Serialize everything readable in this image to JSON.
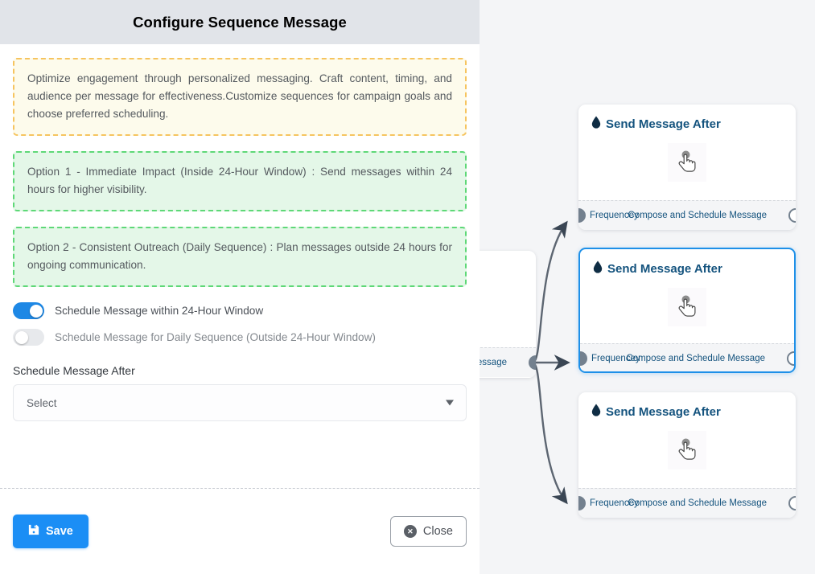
{
  "panel": {
    "header": {
      "title": "Configure Sequence Message"
    },
    "note": {
      "text": "Optimize engagement through personalized messaging. Craft content, timing, and audience per message for effectiveness.Customize sequences for campaign goals and choose preferred scheduling.",
      "border_color": "#f6c45f",
      "background_color": "#fdfbec"
    },
    "options": [
      {
        "text": "Option 1 - Immediate Impact (Inside 24-Hour Window) : Send messages within 24 hours for higher visibility.",
        "border_color": "#5ed877",
        "background_color": "#e4f7e8"
      },
      {
        "text": "Option 2 - Consistent Outreach (Daily Sequence) : Plan messages outside 24 hours for ongoing communication.",
        "border_color": "#5ed877",
        "background_color": "#e4f7e8"
      }
    ],
    "toggles": [
      {
        "label": "Schedule Message within 24-Hour Window",
        "state": "on",
        "on_color": "#1e88e5"
      },
      {
        "label": "Schedule Message for Daily Sequence (Outside 24-Hour Window)",
        "state": "off",
        "off_color": "#e7e9ec"
      }
    ],
    "field": {
      "label": "Schedule Message After",
      "select_value": "Select",
      "arrow_icon": "chevron-down-icon"
    },
    "footer": {
      "save_label": "Save",
      "save_icon": "save-floppy-icon",
      "save_color": "#1b8ef5",
      "close_label": "Close",
      "close_icon": "circle-x-icon",
      "close_glyph": "✕"
    }
  },
  "canvas": {
    "background_color": "#f4f5f7",
    "edge_color": "#5d6672",
    "partial_node": {
      "footer_right": "ce Message"
    },
    "nodes": [
      {
        "title": "Send Message After",
        "icon": "water-drop-icon",
        "body_icon": "pointing-hand-icon",
        "footer_left": "Frequencey",
        "footer_right": "Compose and Schedule Message",
        "selected": false
      },
      {
        "title": "Send Message After",
        "icon": "water-drop-icon",
        "body_icon": "pointing-hand-icon",
        "footer_left": "Frequencey",
        "footer_right": "Compose and Schedule Message",
        "selected": true,
        "accent_color": "#1e90e8"
      },
      {
        "title": "Send Message After",
        "icon": "water-drop-icon",
        "body_icon": "pointing-hand-icon",
        "footer_left": "Frequencey",
        "footer_right": "Compose and Schedule Message",
        "selected": false
      }
    ]
  }
}
